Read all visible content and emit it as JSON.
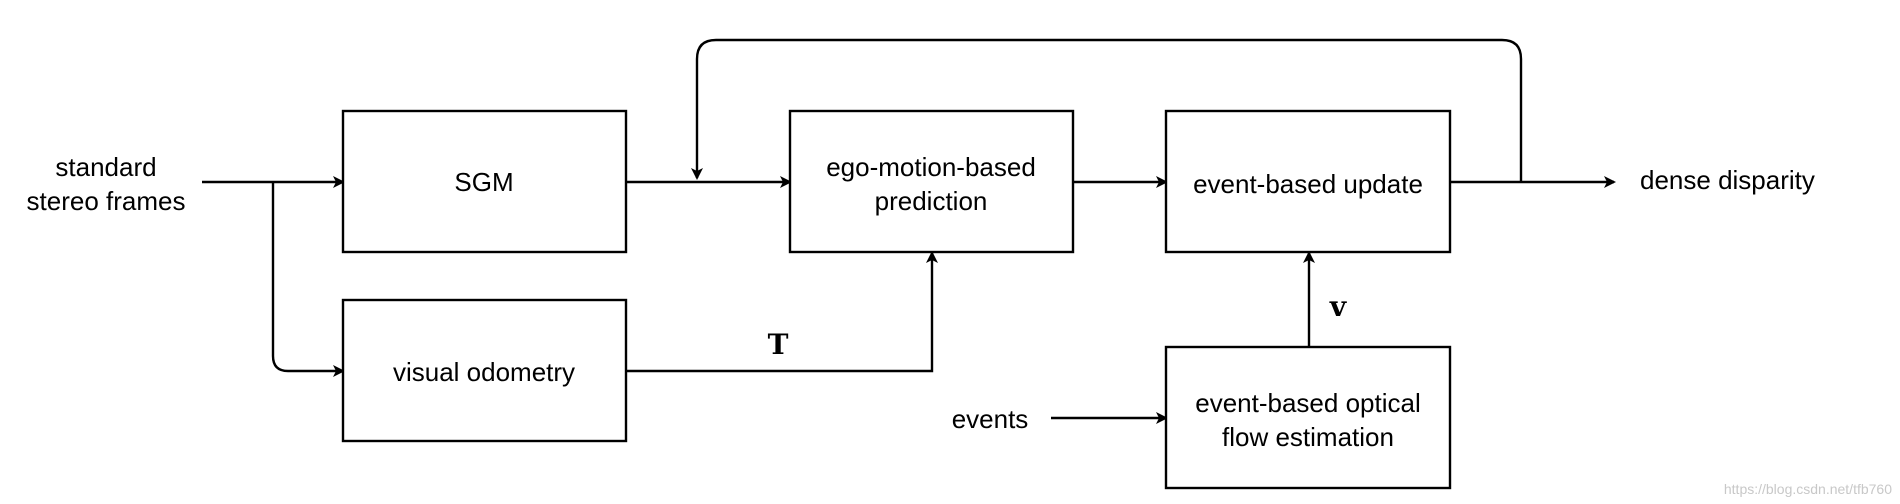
{
  "inputs": {
    "frames_line1": "standard",
    "frames_line2": "stereo frames",
    "events": "events"
  },
  "blocks": {
    "sgm": "SGM",
    "visual_odometry": "visual odometry",
    "prediction_line1": "ego-motion-based",
    "prediction_line2": "prediction",
    "update": "event-based update",
    "flow_line1": "event-based optical",
    "flow_line2": "flow estimation"
  },
  "output": {
    "dense_disparity": "dense disparity"
  },
  "edge_labels": {
    "pose": "T",
    "velocity": "v"
  },
  "watermark": "https://blog.csdn.net/tfb760"
}
